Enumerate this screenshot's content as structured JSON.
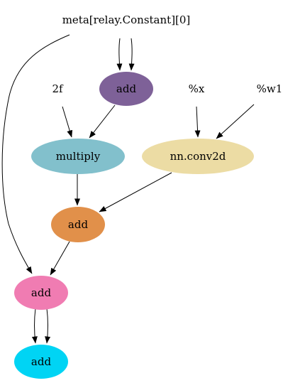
{
  "graph": {
    "nodes": [
      {
        "id": "const",
        "label": "meta[relay.Constant][0]",
        "shape": "plain",
        "fill": ""
      },
      {
        "id": "add1",
        "label": "add",
        "shape": "ellipse",
        "fill": "#7e6198"
      },
      {
        "id": "twof",
        "label": "2f",
        "shape": "plain",
        "fill": ""
      },
      {
        "id": "x",
        "label": "%x",
        "shape": "plain",
        "fill": ""
      },
      {
        "id": "w1",
        "label": "%w1",
        "shape": "plain",
        "fill": ""
      },
      {
        "id": "multiply",
        "label": "multiply",
        "shape": "ellipse",
        "fill": "#82c0cc"
      },
      {
        "id": "conv",
        "label": "nn.conv2d",
        "shape": "ellipse",
        "fill": "#ecdca4"
      },
      {
        "id": "add2",
        "label": "add",
        "shape": "ellipse",
        "fill": "#e1904a"
      },
      {
        "id": "add3",
        "label": "add",
        "shape": "ellipse",
        "fill": "#f07cb2"
      },
      {
        "id": "add4",
        "label": "add",
        "shape": "ellipse",
        "fill": "#00d4f4"
      }
    ],
    "edges": [
      {
        "from": "const",
        "to": "add1"
      },
      {
        "from": "const",
        "to": "add1"
      },
      {
        "from": "const",
        "to": "add3"
      },
      {
        "from": "twof",
        "to": "multiply"
      },
      {
        "from": "add1",
        "to": "multiply"
      },
      {
        "from": "x",
        "to": "conv"
      },
      {
        "from": "w1",
        "to": "conv"
      },
      {
        "from": "multiply",
        "to": "add2"
      },
      {
        "from": "conv",
        "to": "add2"
      },
      {
        "from": "add2",
        "to": "add3"
      },
      {
        "from": "add3",
        "to": "add4"
      },
      {
        "from": "add3",
        "to": "add4"
      }
    ]
  }
}
